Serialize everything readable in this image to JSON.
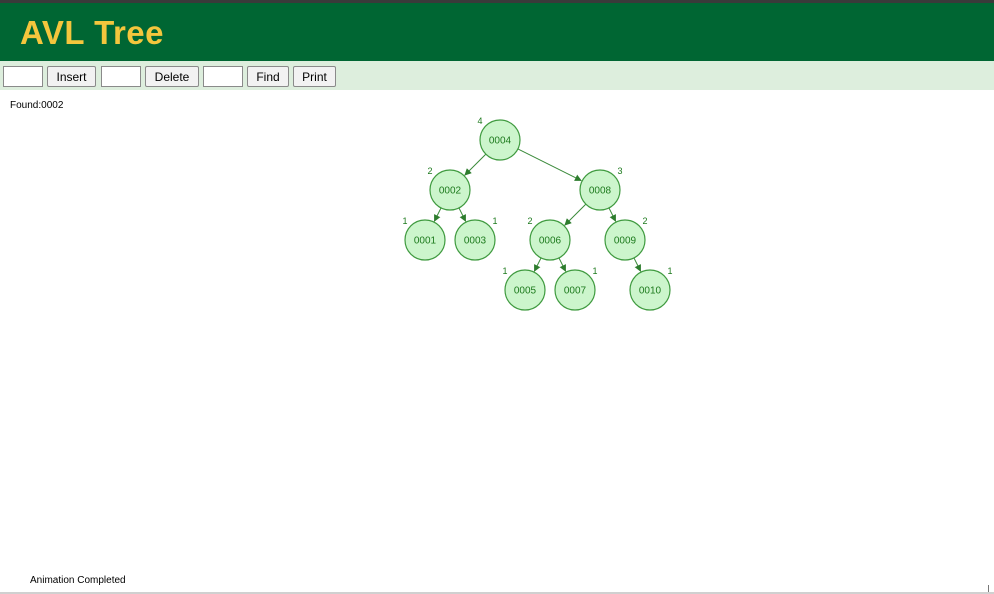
{
  "header": {
    "title": "AVL Tree",
    "accent_color": "#f4c63d",
    "bg_color": "#006633"
  },
  "toolbar": {
    "insert_input": "",
    "insert_label": "Insert",
    "delete_input": "",
    "delete_label": "Delete",
    "find_input": "",
    "find_label": "Find",
    "print_label": "Print"
  },
  "found_text": "Found:0002",
  "status_text": "Animation Completed",
  "tree": {
    "nodes": [
      {
        "key": "n4",
        "label": "0004",
        "height": "4"
      },
      {
        "key": "n2",
        "label": "0002",
        "height": "2"
      },
      {
        "key": "n8",
        "label": "0008",
        "height": "3"
      },
      {
        "key": "n1",
        "label": "0001",
        "height": "1"
      },
      {
        "key": "n3",
        "label": "0003",
        "height": "1"
      },
      {
        "key": "n6",
        "label": "0006",
        "height": "2"
      },
      {
        "key": "n9",
        "label": "0009",
        "height": "2"
      },
      {
        "key": "n5",
        "label": "0005",
        "height": "1"
      },
      {
        "key": "n7",
        "label": "0007",
        "height": "1"
      },
      {
        "key": "n10",
        "label": "0010",
        "height": "1"
      }
    ],
    "edges": [
      [
        "n4",
        "n2"
      ],
      [
        "n4",
        "n8"
      ],
      [
        "n2",
        "n1"
      ],
      [
        "n2",
        "n3"
      ],
      [
        "n8",
        "n6"
      ],
      [
        "n8",
        "n9"
      ],
      [
        "n6",
        "n5"
      ],
      [
        "n6",
        "n7"
      ],
      [
        "n9",
        "n10"
      ]
    ]
  }
}
